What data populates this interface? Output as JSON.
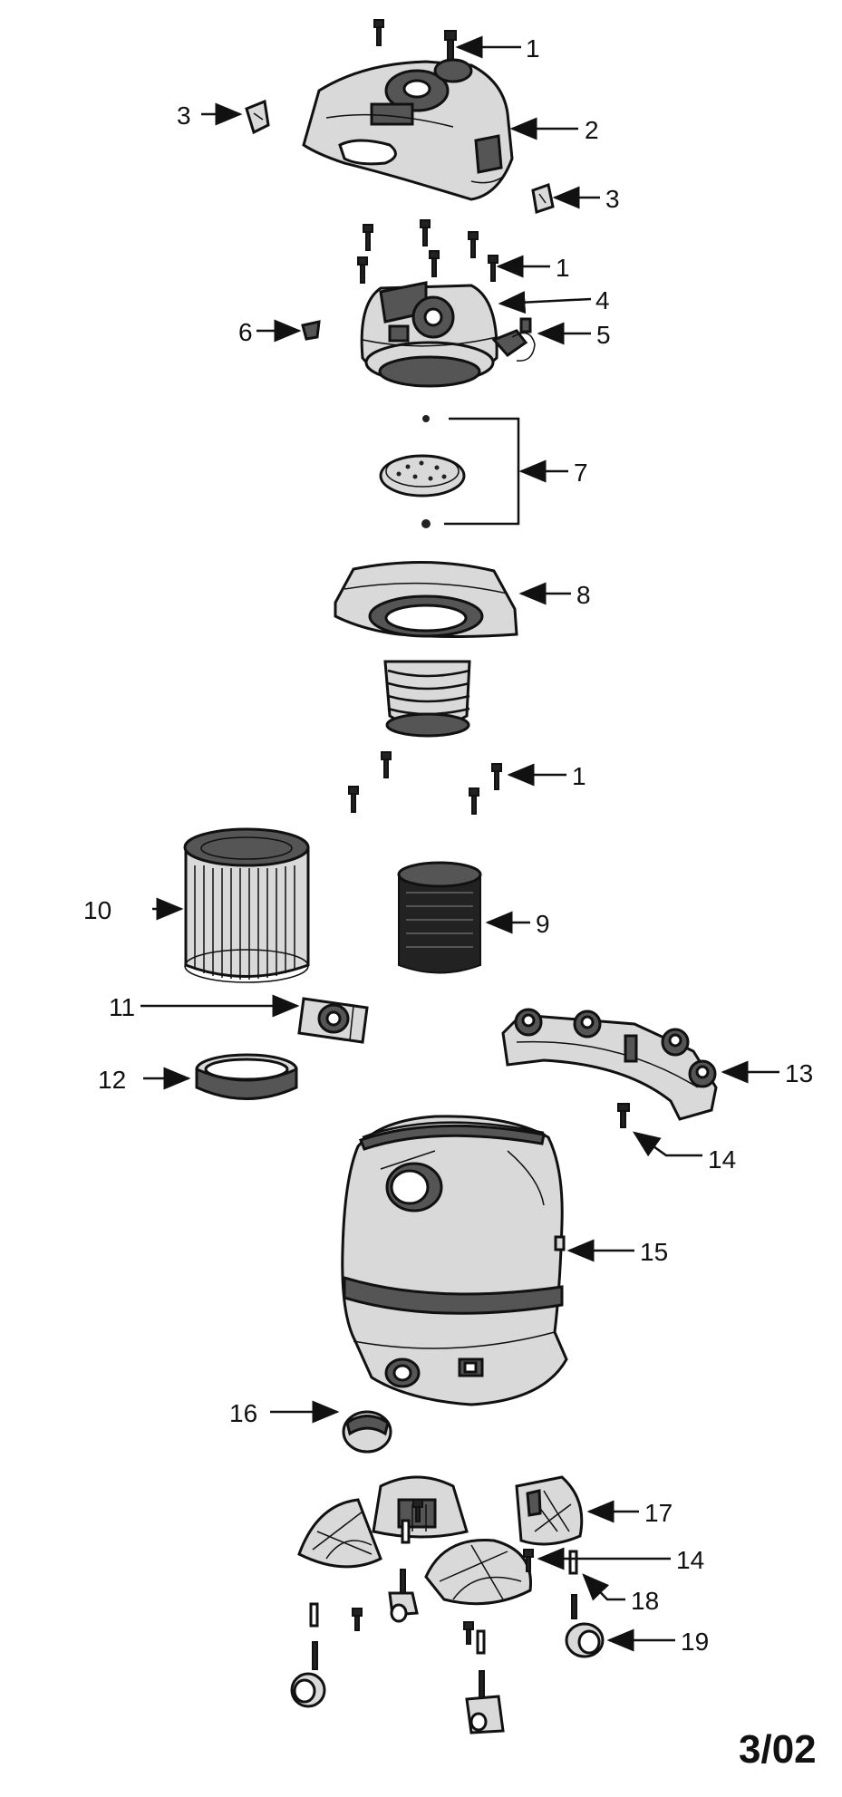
{
  "labels": {
    "screws_top": "1",
    "cover": "2",
    "clip_left": "3",
    "clip_right": "3",
    "screws_motor": "1",
    "motor": "4",
    "switch": "5",
    "knob": "6",
    "float_disc": "7",
    "filter_cage": "8",
    "screws_cage": "1",
    "filter_small": "9",
    "filter_large": "10",
    "adapter": "11",
    "ring": "12",
    "tool_rack": "13",
    "screw_rack": "14",
    "tank": "15",
    "drain_cap": "16",
    "caster_foot": "17",
    "screw_foot": "14",
    "pin": "18",
    "caster": "19"
  },
  "date_code": "3/02"
}
